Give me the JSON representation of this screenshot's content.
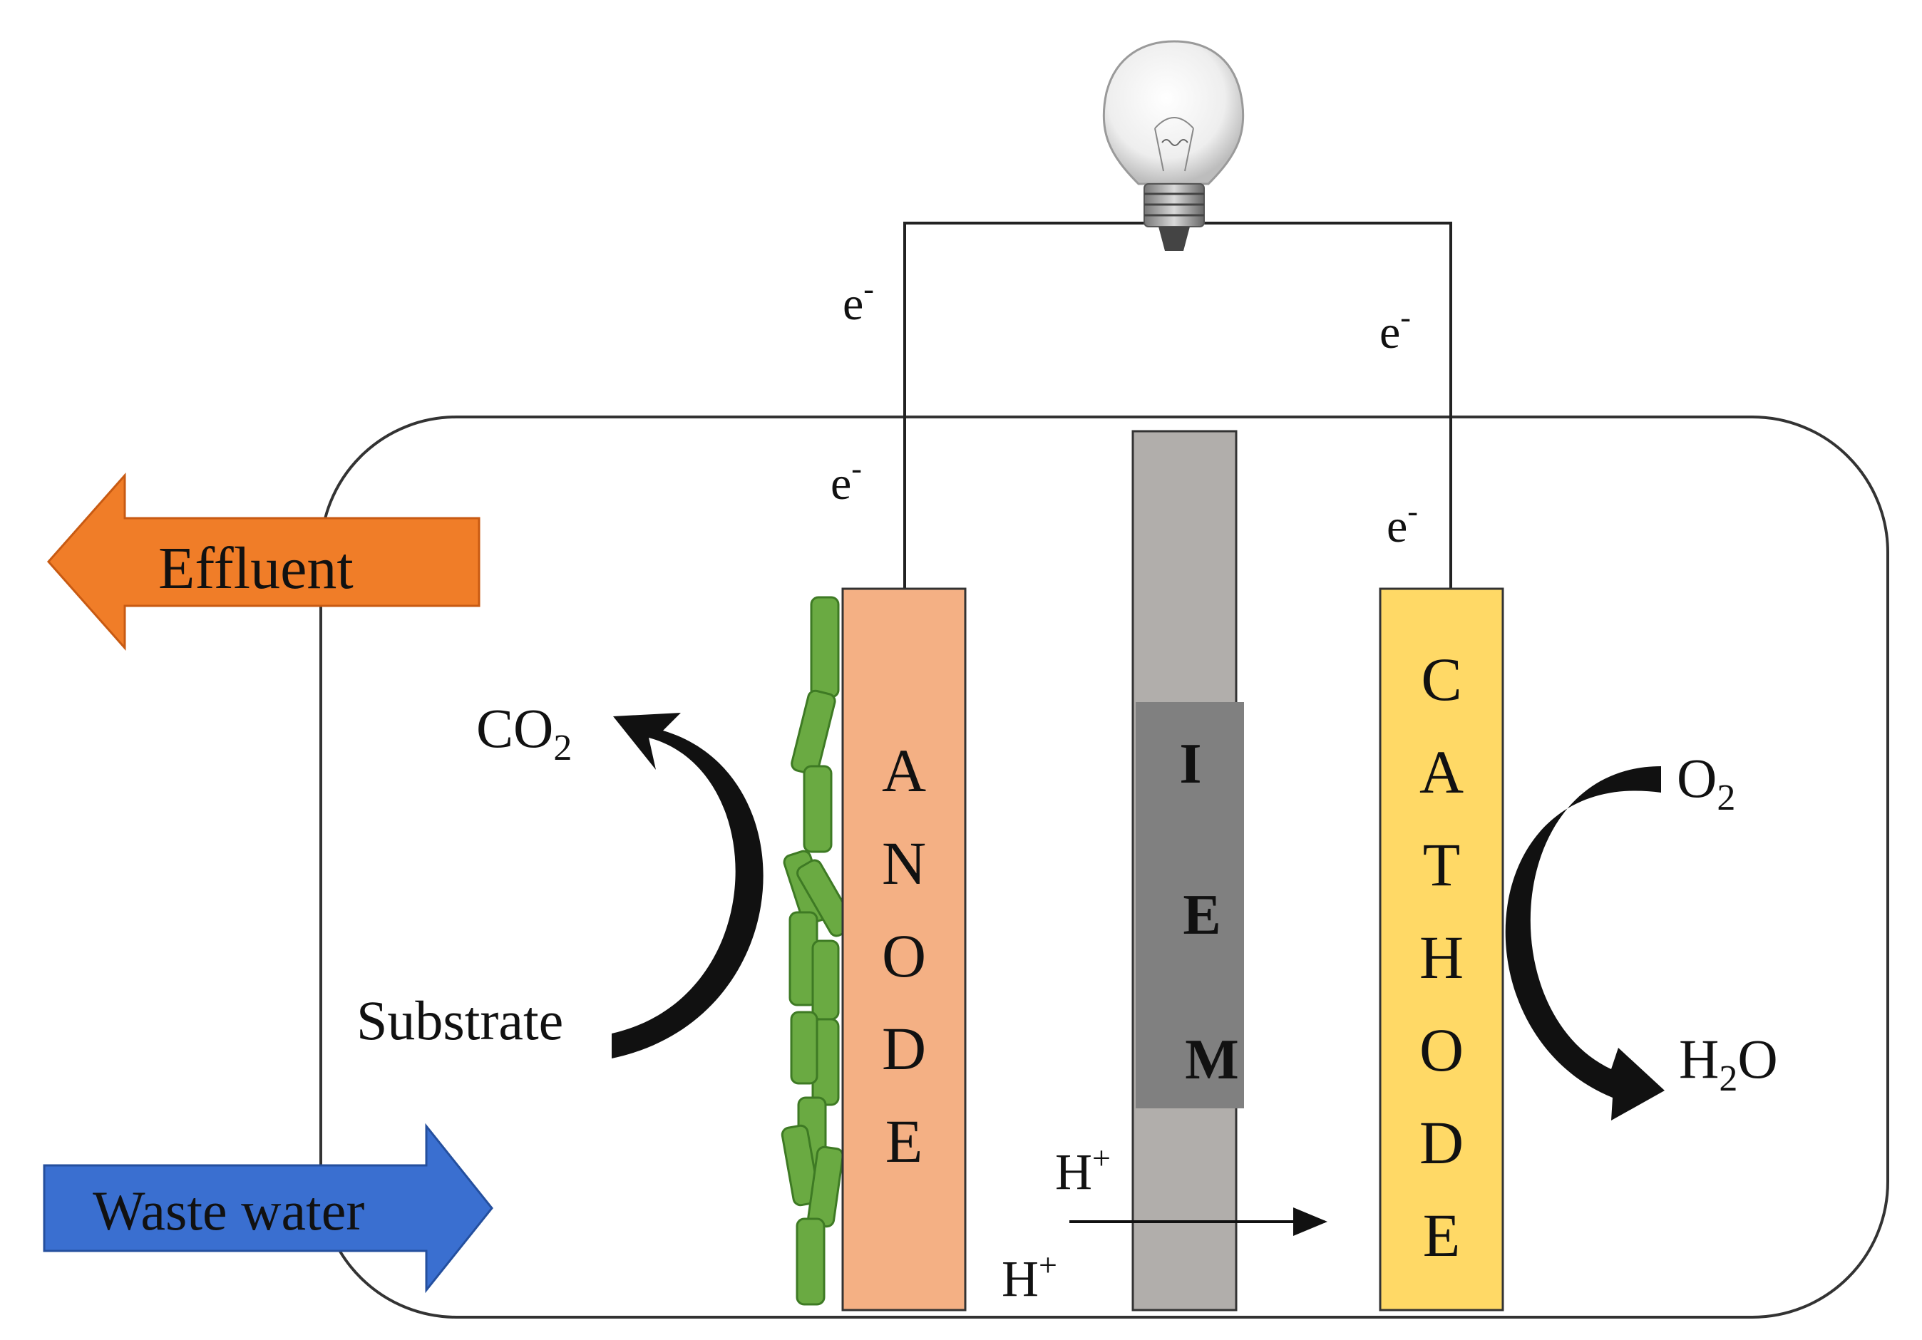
{
  "flows": {
    "effluent": {
      "label": "Effluent",
      "color": "#f07d28"
    },
    "waste_water": {
      "label": "Waste water",
      "color": "#3a6fd0"
    }
  },
  "electrodes": {
    "anode": {
      "letters": [
        "A",
        "N",
        "O",
        "D",
        "E"
      ],
      "fill": "#f4b084"
    },
    "membrane": {
      "letters": [
        "I",
        "E",
        "M"
      ],
      "fill": "#b1aeab",
      "inner_fill": "#808080"
    },
    "cathode": {
      "letters": [
        "C",
        "A",
        "T",
        "H",
        "O",
        "D",
        "E"
      ],
      "fill": "#ffd966"
    }
  },
  "electrons": {
    "symbol": "e",
    "charge": "-"
  },
  "protons": {
    "symbol": "H",
    "charge": "+"
  },
  "anode_reaction": {
    "input": "Substrate",
    "output_main": "CO",
    "output_sub": "2"
  },
  "cathode_reaction": {
    "input_main": "O",
    "input_sub": "2",
    "output_h": "H",
    "output_sub": "2",
    "output_o": "O"
  },
  "colors": {
    "biofilm": "#6aaa42",
    "biofilm_edge": "#3e7a24",
    "outline": "#333333"
  }
}
